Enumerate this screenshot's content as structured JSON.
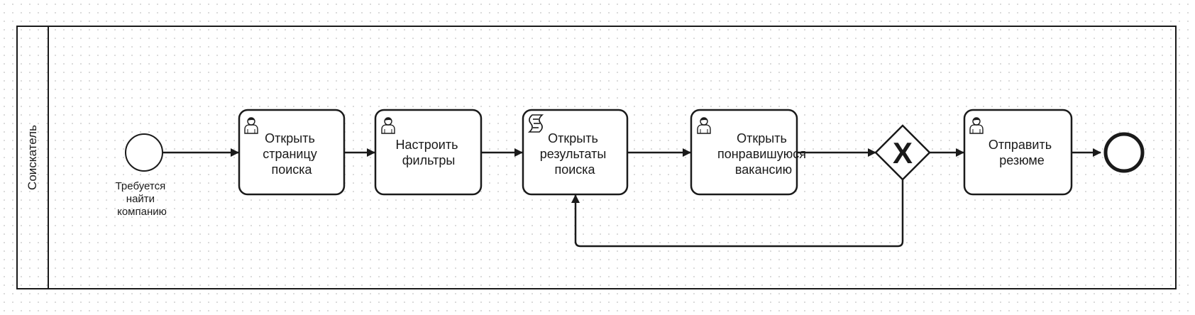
{
  "lane": {
    "label": "Соискатель"
  },
  "start_event": {
    "label_lines": [
      "Требуется",
      "найти",
      "компанию"
    ]
  },
  "tasks": [
    {
      "type": "user",
      "lines": [
        "Открыть",
        "страницу",
        "поиска"
      ]
    },
    {
      "type": "user",
      "lines": [
        "Настроить",
        "фильтры"
      ]
    },
    {
      "type": "script",
      "lines": [
        "Открыть",
        "результаты",
        "поиска"
      ]
    },
    {
      "type": "user",
      "lines": [
        "Открыть",
        "понравишуюся",
        "вакансию"
      ]
    },
    {
      "type": "user",
      "lines": [
        "Отправить",
        "резюме"
      ]
    }
  ],
  "gateway": {
    "type": "exclusive",
    "marker": "X"
  },
  "colors": {
    "stroke": "#1a1a1a",
    "fill": "#ffffff",
    "grid_dot": "#cfcfcf"
  }
}
